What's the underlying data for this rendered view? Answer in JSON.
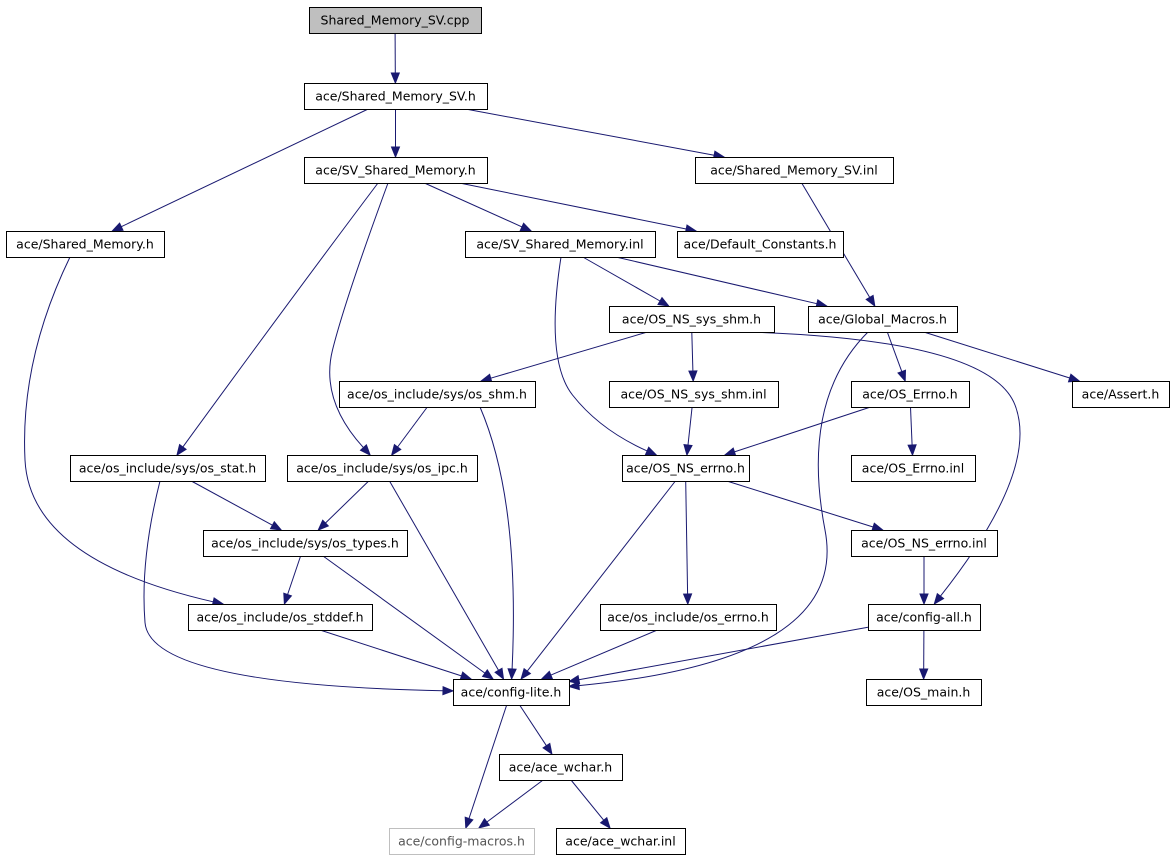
{
  "nodes": [
    {
      "id": "root",
      "label": "Shared_Memory_SV.cpp"
    },
    {
      "id": "sm_sv_h",
      "label": "ace/Shared_Memory_SV.h"
    },
    {
      "id": "sv_sm_h",
      "label": "ace/SV_Shared_Memory.h"
    },
    {
      "id": "sm_sv_inl",
      "label": "ace/Shared_Memory_SV.inl"
    },
    {
      "id": "sm_h",
      "label": "ace/Shared_Memory.h"
    },
    {
      "id": "sv_sm_inl",
      "label": "ace/SV_Shared_Memory.inl"
    },
    {
      "id": "def_const",
      "label": "ace/Default_Constants.h"
    },
    {
      "id": "ns_shm_h",
      "label": "ace/OS_NS_sys_shm.h"
    },
    {
      "id": "glob_mac",
      "label": "ace/Global_Macros.h"
    },
    {
      "id": "os_shm_h",
      "label": "ace/os_include/sys/os_shm.h"
    },
    {
      "id": "ns_shm_inl",
      "label": "ace/OS_NS_sys_shm.inl"
    },
    {
      "id": "os_errno_h",
      "label": "ace/OS_Errno.h"
    },
    {
      "id": "assert_h",
      "label": "ace/Assert.h"
    },
    {
      "id": "os_stat",
      "label": "ace/os_include/sys/os_stat.h"
    },
    {
      "id": "os_ipc",
      "label": "ace/os_include/sys/os_ipc.h"
    },
    {
      "id": "ns_errno_h",
      "label": "ace/OS_NS_errno.h"
    },
    {
      "id": "os_errno_inl",
      "label": "ace/OS_Errno.inl"
    },
    {
      "id": "os_types",
      "label": "ace/os_include/sys/os_types.h"
    },
    {
      "id": "ns_errno_inl",
      "label": "ace/OS_NS_errno.inl"
    },
    {
      "id": "os_stddef",
      "label": "ace/os_include/os_stddef.h"
    },
    {
      "id": "inc_errno",
      "label": "ace/os_include/os_errno.h"
    },
    {
      "id": "cfg_all",
      "label": "ace/config-all.h"
    },
    {
      "id": "cfg_lite",
      "label": "ace/config-lite.h"
    },
    {
      "id": "os_main",
      "label": "ace/OS_main.h"
    },
    {
      "id": "wchar_h",
      "label": "ace/ace_wchar.h"
    },
    {
      "id": "cfg_macros",
      "label": "ace/config-macros.h"
    },
    {
      "id": "wchar_inl",
      "label": "ace/ace_wchar.inl"
    }
  ],
  "edges": [
    [
      "root",
      "sm_sv_h"
    ],
    [
      "sm_sv_h",
      "sm_h"
    ],
    [
      "sm_sv_h",
      "sv_sm_h"
    ],
    [
      "sm_sv_h",
      "sm_sv_inl"
    ],
    [
      "sv_sm_h",
      "os_stat"
    ],
    [
      "sv_sm_h",
      "os_ipc"
    ],
    [
      "sv_sm_h",
      "sv_sm_inl"
    ],
    [
      "sv_sm_h",
      "def_const"
    ],
    [
      "sm_sv_inl",
      "glob_mac"
    ],
    [
      "sm_h",
      "os_stddef"
    ],
    [
      "sv_sm_inl",
      "ns_errno_h"
    ],
    [
      "sv_sm_inl",
      "ns_shm_h"
    ],
    [
      "sv_sm_inl",
      "glob_mac"
    ],
    [
      "ns_shm_h",
      "os_shm_h"
    ],
    [
      "ns_shm_h",
      "ns_shm_inl"
    ],
    [
      "ns_shm_h",
      "cfg_all"
    ],
    [
      "glob_mac",
      "cfg_lite"
    ],
    [
      "glob_mac",
      "os_errno_h"
    ],
    [
      "glob_mac",
      "assert_h"
    ],
    [
      "os_shm_h",
      "os_ipc"
    ],
    [
      "os_shm_h",
      "cfg_lite"
    ],
    [
      "ns_shm_inl",
      "ns_errno_h"
    ],
    [
      "os_errno_h",
      "ns_errno_h"
    ],
    [
      "os_errno_h",
      "os_errno_inl"
    ],
    [
      "os_stat",
      "os_types"
    ],
    [
      "os_stat",
      "cfg_lite"
    ],
    [
      "os_ipc",
      "os_types"
    ],
    [
      "os_ipc",
      "cfg_lite"
    ],
    [
      "ns_errno_h",
      "cfg_lite"
    ],
    [
      "ns_errno_h",
      "inc_errno"
    ],
    [
      "ns_errno_h",
      "ns_errno_inl"
    ],
    [
      "os_types",
      "os_stddef"
    ],
    [
      "os_types",
      "cfg_lite"
    ],
    [
      "ns_errno_inl",
      "cfg_all"
    ],
    [
      "os_stddef",
      "cfg_lite"
    ],
    [
      "inc_errno",
      "cfg_lite"
    ],
    [
      "cfg_all",
      "cfg_lite"
    ],
    [
      "cfg_all",
      "os_main"
    ],
    [
      "cfg_lite",
      "wchar_h"
    ],
    [
      "cfg_lite",
      "cfg_macros"
    ],
    [
      "wchar_h",
      "cfg_macros"
    ],
    [
      "wchar_h",
      "wchar_inl"
    ]
  ],
  "colors": {
    "edge": "#191970",
    "root_fill": "#bfbfbf",
    "faded_border": "#bfbfbf"
  }
}
